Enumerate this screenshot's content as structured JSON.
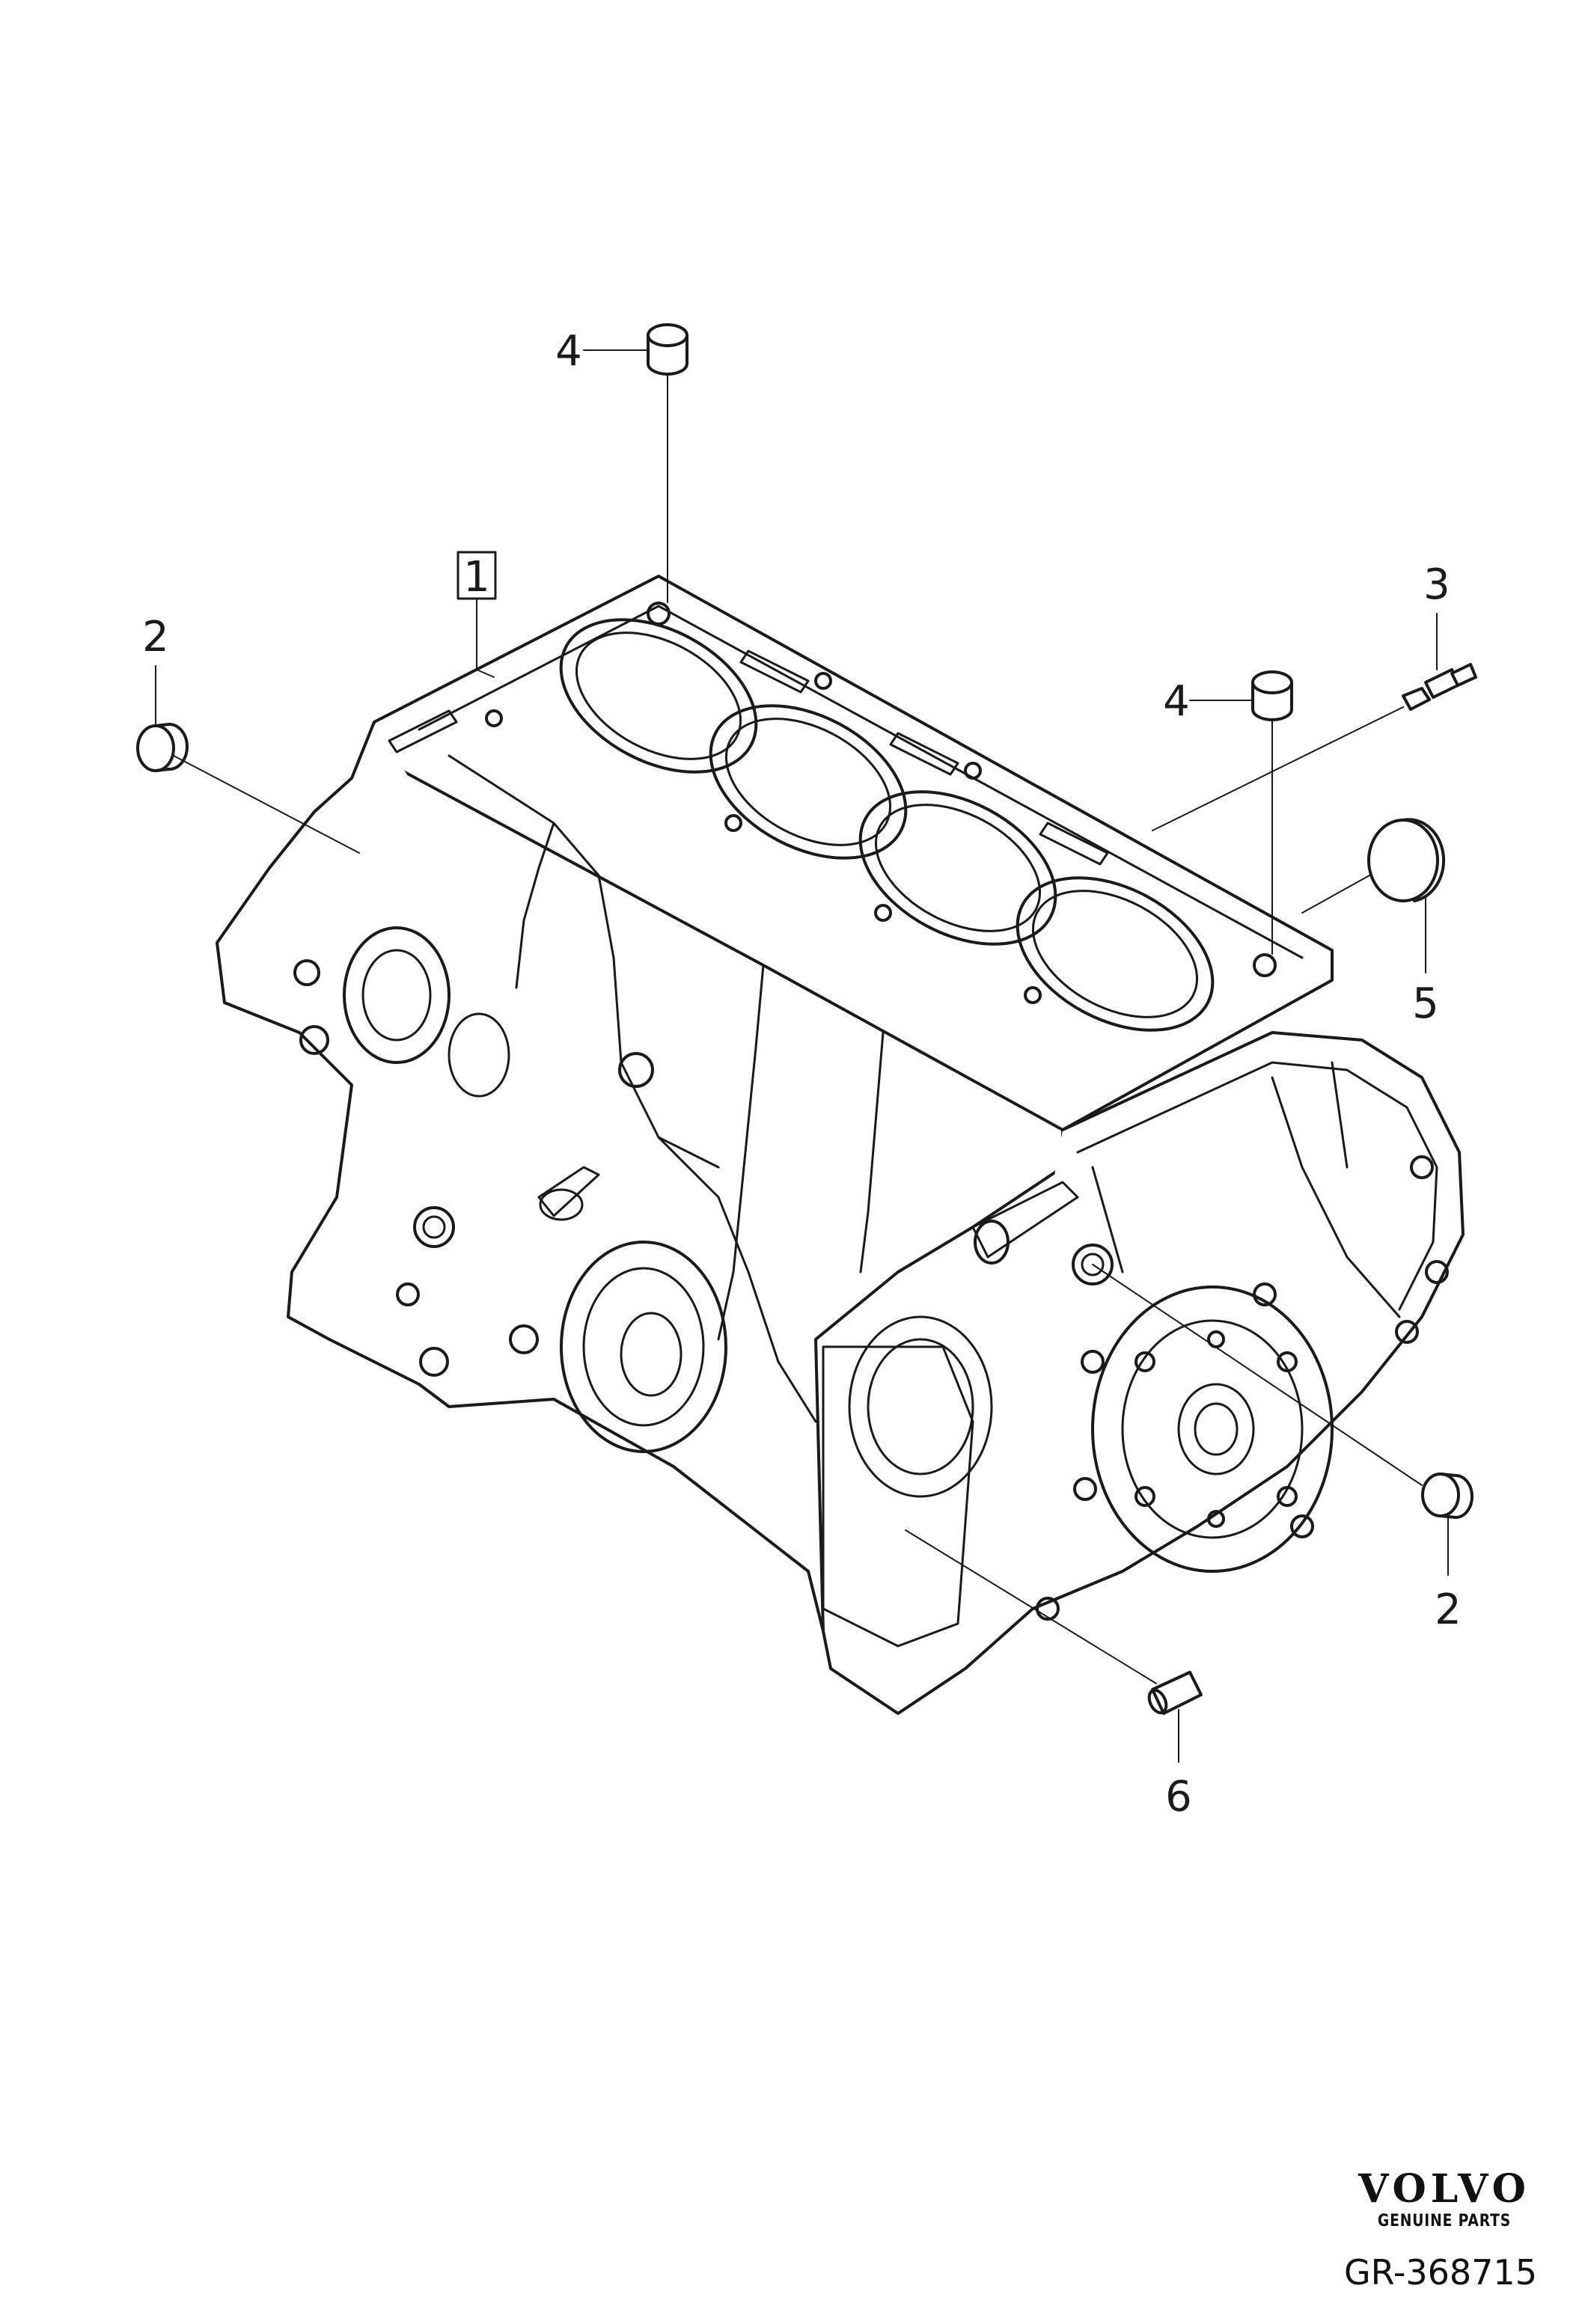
{
  "callouts": {
    "c1": "1",
    "c2_left": "2",
    "c2_right": "2",
    "c3": "3",
    "c4_top": "4",
    "c4_mid": "4",
    "c5": "5",
    "c6": "6"
  },
  "brand": {
    "logo": "VOLVO",
    "subtitle": "GENUINE PARTS"
  },
  "reference": "GR-368715"
}
